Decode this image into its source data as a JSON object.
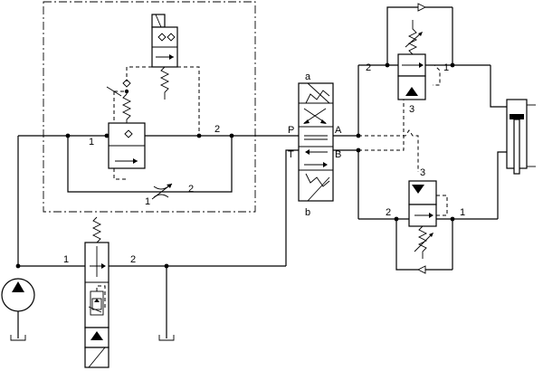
{
  "labels": {
    "ctrl_1": "1",
    "ctrl_2": "2",
    "ctrl_orifice_1": "1",
    "ctrl_orifice_2": "2",
    "unload_1": "1",
    "unload_2": "2",
    "port_p": "P",
    "port_a": "A",
    "port_t": "T",
    "port_b": "B",
    "sol_a": "a",
    "sol_b": "b",
    "upper_cb_2": "2",
    "upper_cb_1": "1",
    "upper_cb_3": "3",
    "lower_cb_3": "3",
    "lower_cb_2": "2",
    "lower_cb_1": "1"
  }
}
